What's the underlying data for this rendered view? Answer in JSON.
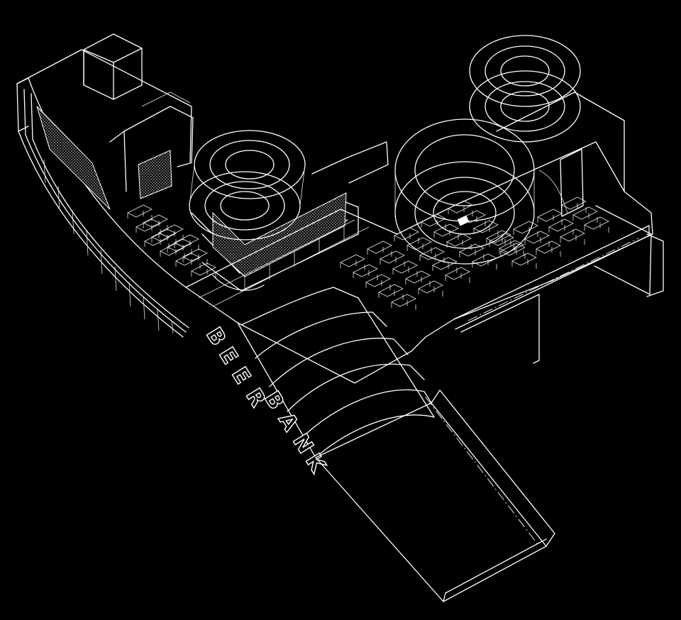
{
  "drawing": {
    "kind": "isometric-line-drawing",
    "background": "#000000",
    "line_color": "#ffffff"
  },
  "sign": {
    "letters": [
      "B",
      "E",
      "E",
      "R",
      "B",
      "A",
      "N",
      "K"
    ]
  }
}
